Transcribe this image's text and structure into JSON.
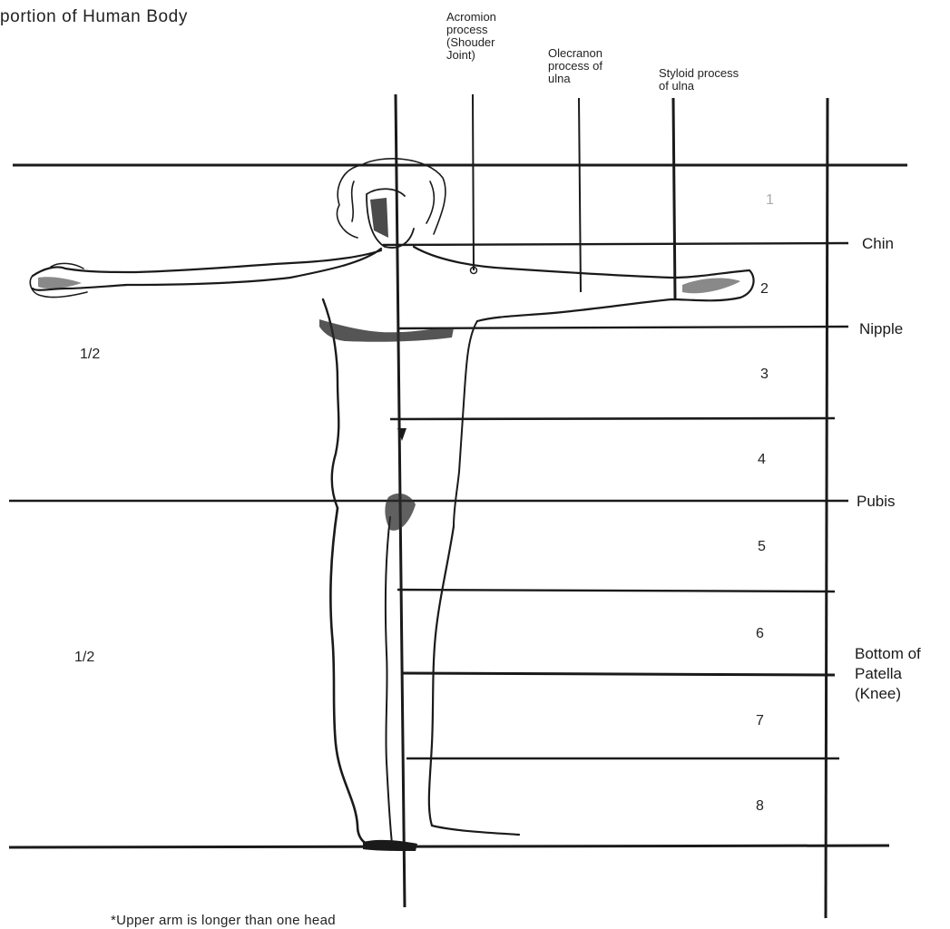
{
  "title": "portion of Human Body",
  "top_labels": {
    "acromion": "Acromion\nprocess\n(Shouder\nJoint)",
    "olecranon": "Olecranon\nprocess of\nulna",
    "styloid": "Styloid process\nof ulna"
  },
  "right_labels": {
    "chin": "Chin",
    "nipple": "Nipple",
    "pubis": "Pubis",
    "patella": "Bottom of\nPatella\n(Knee)"
  },
  "head_numbers": [
    "1",
    "2",
    "3",
    "4",
    "5",
    "6",
    "7",
    "8"
  ],
  "halves": [
    "1/2",
    "1/2"
  ],
  "footnote": "*Upper arm is longer than one head",
  "colors": {
    "ink": "#1a1a1a",
    "paper": "#ffffff",
    "skin_shade": "#2b2b2b"
  }
}
